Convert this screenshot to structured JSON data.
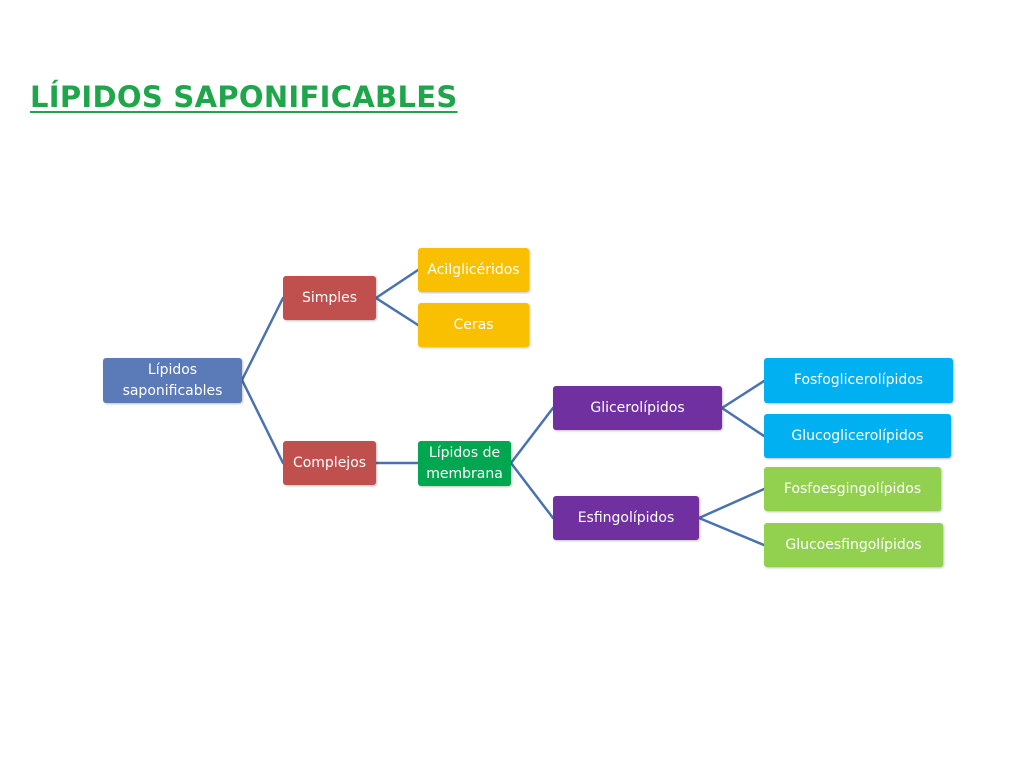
{
  "title": "LÍPIDOS SAPONIFICABLES",
  "colors": {
    "title": "#1fa64a",
    "root": "#5b7ab8",
    "level1": "#c0504d",
    "simple_children": "#f8c000",
    "membrane": "#00a650",
    "level3": "#7030a0",
    "leaves": "#00b0f0",
    "sphingo_leaves": "#92d050",
    "connector": "#4a72b0"
  },
  "diagram": {
    "root": {
      "label": "Lípidos saponificables"
    },
    "simples": {
      "label": "Simples"
    },
    "acilgliceridos": {
      "label": "Acilglicéridos"
    },
    "ceras": {
      "label": "Ceras"
    },
    "complejos": {
      "label": "Complejos"
    },
    "lipidos_membrana": {
      "label": "Lípidos de membrana"
    },
    "glicerolipidos": {
      "label": "Glicerolípidos"
    },
    "fosfoglicerolipidos": {
      "label": "Fosfoglicerolípidos"
    },
    "glucoglicerolipidos": {
      "label": "Glucoglicerolípidos"
    },
    "esfingolipidos": {
      "label": "Esfingolípidos"
    },
    "fosfoesfingolipidos": {
      "label": "Fosfoesgingolípidos"
    },
    "glucoesfingolipidos": {
      "label": "Glucoesfingolípidos"
    }
  }
}
